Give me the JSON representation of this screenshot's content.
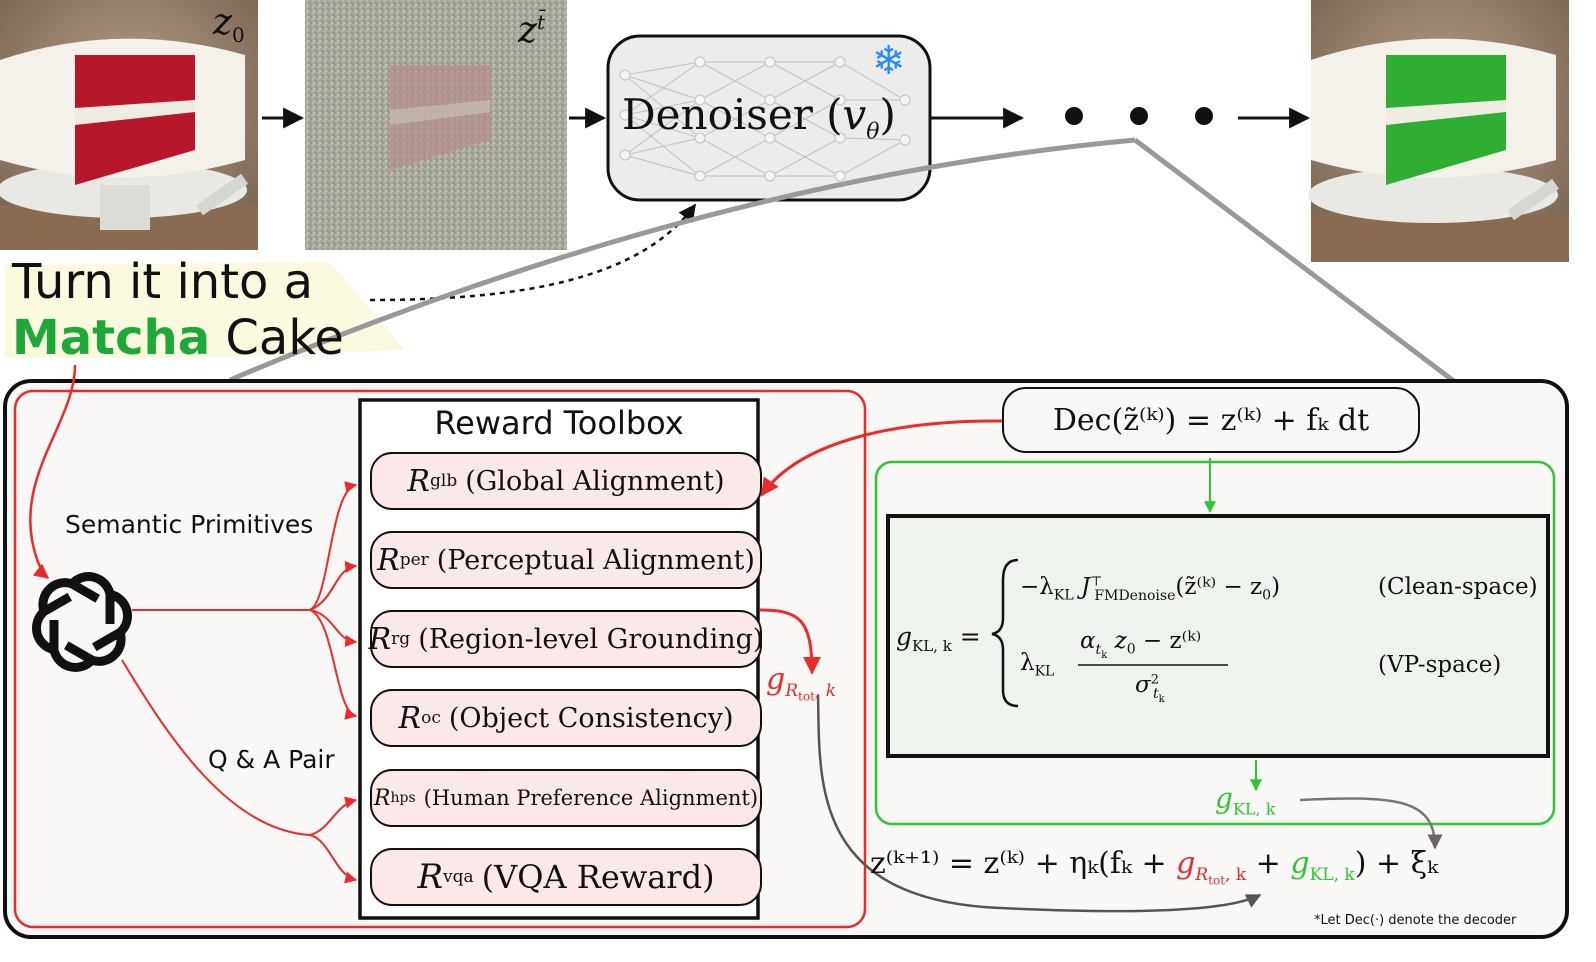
{
  "top": {
    "z0_label": "z",
    "z0_sub": "0",
    "zt_label": "z",
    "zt_sup": "t̄",
    "denoiser_label": "Denoiser (",
    "denoiser_var": "v",
    "denoiser_sub": "θ",
    "denoiser_close": ")",
    "snow_icon": "snowflake-icon"
  },
  "prompt": {
    "line1": "Turn it into a",
    "highlight": "Matcha",
    "rest": " Cake"
  },
  "left": {
    "semantic_primitives": "Semantic Primitives",
    "qa_pair": "Q & A Pair",
    "llm_icon": "openai-logo-icon"
  },
  "toolbox": {
    "title": "Reward Toolbox",
    "items": [
      {
        "sym": "R",
        "sub": "glb",
        "desc": "(Global Alignment)"
      },
      {
        "sym": "R",
        "sub": "per",
        "desc": "(Perceptual Alignment)"
      },
      {
        "sym": "R",
        "sub": "rg",
        "desc": "(Region-level Grounding)"
      },
      {
        "sym": "R",
        "sub": "oc",
        "desc": "(Object Consistency)"
      },
      {
        "sym": "R",
        "sub": "hps",
        "desc": "(Human Preference Alignment)"
      },
      {
        "sym": "R",
        "sub": "vqa",
        "desc": "(VQA Reward)"
      }
    ]
  },
  "g_rtot": {
    "sym": "g",
    "sub": "R",
    "subsub": "tot",
    "k": ", k"
  },
  "dec_eq": "Dec(z̃⁽ᵏ⁾) = z⁽ᵏ⁾ + fₖ dt",
  "kl_box": {
    "lhs": "g",
    "lhs_sub": "KL, k",
    "eq": "=",
    "case1": "−λ",
    "case1_sub": "KL",
    "case1_j": "J",
    "case1_jsup": "⊤",
    "case1_jsub": "FMDenoise",
    "case1_rest": "(z̃⁽ᵏ⁾ − z",
    "case1_z0sub": "0",
    "case1_close": ")",
    "case1_label": "(Clean-space)",
    "case2": "λ",
    "case2_sub": "KL",
    "case2_num": "α",
    "case2_num_sub": "t",
    "case2_num_subsub": "k",
    "case2_num_rest": " z",
    "case2_num_z0": "0",
    "case2_num_tail": " − z⁽ᵏ⁾",
    "case2_den": "σ",
    "case2_den_sup": "2",
    "case2_den_sub": "t",
    "case2_den_subsub": "k",
    "case2_label": "(VP-space)"
  },
  "g_kl": {
    "sym": "g",
    "sub": "KL, k"
  },
  "update_eq": {
    "lhs": "z⁽ᵏ⁺¹⁾ = z⁽ᵏ⁾ + ηₖ(fₖ + ",
    "g_r": "g",
    "g_r_sub": "R",
    "g_r_subsub": "tot",
    "g_r_k": ", k",
    "plus": " + ",
    "g_kl": "g",
    "g_kl_sub": "KL, k",
    "tail": ") + ξₖ"
  },
  "footnote": "*Let Dec(·) denote the decoder",
  "colors": {
    "red": "#ec2a2a",
    "green": "#2ec82e",
    "matcha_green": "#1ea83a",
    "gray": "#8f8f8f",
    "toolbox_item_bg": "#fbe9ea",
    "panel_bg": "#f9f8f6",
    "kl_bg": "#eef3ee",
    "snow_blue": "#2a8af5"
  }
}
